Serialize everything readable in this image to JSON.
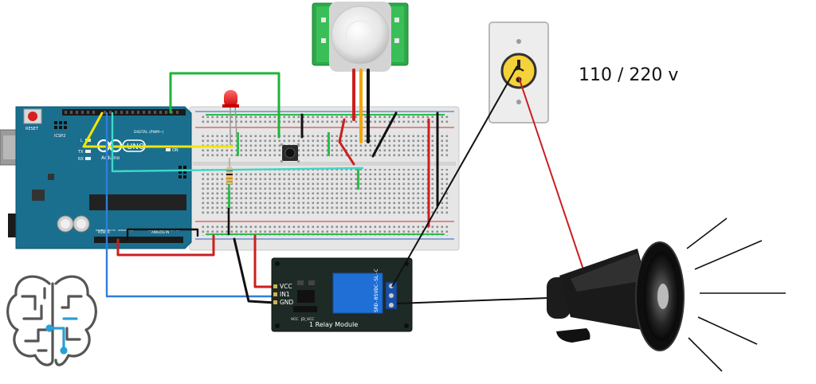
{
  "arduino": {
    "reset_label": "RESET",
    "icsp_label": "ICSP2",
    "l_label": "L",
    "tx_label": "TX",
    "rx_label": "RX",
    "brand_label": "Arduino",
    "model_label": "UNO",
    "digital_label": "DIGITAL (PWM~)",
    "on_label": "ON",
    "power_label": "POWER",
    "analog_label": "ANALOG IN",
    "power_pins": [
      "IOREF",
      "RESET",
      "3V3",
      "5V",
      "GND",
      "GND",
      "VIN"
    ],
    "analog_pins": [
      "A0",
      "A1",
      "A2",
      "A3",
      "A4",
      "A5"
    ]
  },
  "relay_module": {
    "title": "1 Relay Module",
    "relay_part": "SRD-05VDC-SL-C",
    "pins": [
      "VCC",
      "IN1",
      "GND"
    ],
    "jumper_labels": [
      "VCC",
      "JD_VCC"
    ]
  },
  "mains_label": "110 / 220 v",
  "colors": {
    "arduino": "#1a6f8e",
    "relay_board": "#1e2a26",
    "relay_block": "#1f6fd6",
    "wire_green": "#1fb33a",
    "wire_yellow": "#f2e600",
    "wire_cyan": "#3fd6c8",
    "wire_blue": "#2f7fd8",
    "wire_red": "#cc1f1f",
    "wire_black": "#111111",
    "outlet_yellow": "#f5d23a"
  },
  "icons": [
    "pir-motion-sensor-icon",
    "led-icon",
    "push-button-icon",
    "resistor-icon",
    "wall-outlet-icon",
    "horn-siren-icon",
    "brain-circuit-logo-icon"
  ]
}
